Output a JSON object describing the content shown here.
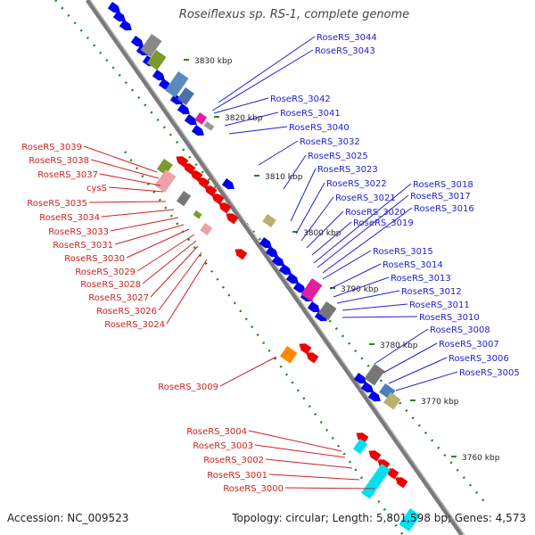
{
  "title": "Roseiflexus sp. RS-1, complete genome",
  "footer": {
    "accession": "Accession: NC_009523",
    "topology": "Topology: circular; Length: 5,801,598 bp; Genes: 4,573"
  },
  "colors": {
    "backbone": "#8a8a8a",
    "forward_strand": "#0000ee",
    "reverse_strand": "#ee0000",
    "label_forward": "#2222cc",
    "label_reverse": "#cc2222",
    "tick": "#228822"
  },
  "scale_labels": [
    "3830 kbp",
    "3820 kbp",
    "3810 kbp",
    "3800 kbp",
    "3790 kbp",
    "3780 kbp",
    "3770 kbp",
    "3760 kbp"
  ],
  "forward_labels": [
    "RoseRS_3044",
    "RoseRS_3043",
    "RoseRS_3042",
    "RoseRS_3041",
    "RoseRS_3040",
    "RoseRS_3032",
    "RoseRS_3025",
    "RoseRS_3023",
    "RoseRS_3022",
    "RoseRS_3021",
    "RoseRS_3020",
    "RoseRS_3019",
    "RoseRS_3018",
    "RoseRS_3017",
    "RoseRS_3016",
    "RoseRS_3015",
    "RoseRS_3014",
    "RoseRS_3013",
    "RoseRS_3012",
    "RoseRS_3011",
    "RoseRS_3010",
    "RoseRS_3008",
    "RoseRS_3007",
    "RoseRS_3006",
    "RoseRS_3005"
  ],
  "reverse_labels": [
    "RoseRS_3039",
    "RoseRS_3038",
    "RoseRS_3037",
    "cysS",
    "RoseRS_3035",
    "RoseRS_3034",
    "RoseRS_3033",
    "RoseRS_3031",
    "RoseRS_3030",
    "RoseRS_3029",
    "RoseRS_3028",
    "RoseRS_3027",
    "RoseRS_3026",
    "RoseRS_3024",
    "RoseRS_3009",
    "RoseRS_3004",
    "RoseRS_3003",
    "RoseRS_3002",
    "RoseRS_3001",
    "RoseRS_3000"
  ]
}
